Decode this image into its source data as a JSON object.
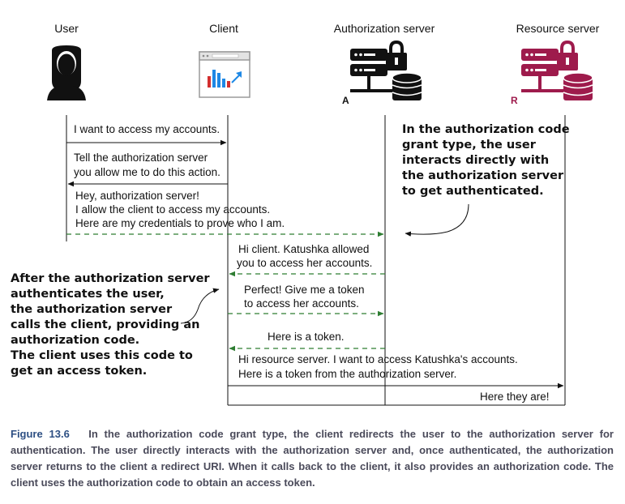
{
  "actors": [
    {
      "name": "User"
    },
    {
      "name": "Client"
    },
    {
      "name": "Authorization server",
      "badge": "A"
    },
    {
      "name": "Resource server",
      "badge": "R"
    }
  ],
  "colors": {
    "ink": "#111111",
    "green": "#2e7d32",
    "resource": "#9e1b4c",
    "caption_text": "#4a4a5a",
    "caption_label": "#2d4f83",
    "chart_red": "#d32f2f",
    "chart_blue": "#1e88e5"
  },
  "icons": {
    "user": "user-silhouette-icon",
    "client": "browser-chart-icon",
    "auth": "server-lock-database-icon",
    "resource": "server-lock-database-icon"
  },
  "messages": [
    {
      "lines": [
        "I want to access my accounts."
      ]
    },
    {
      "lines": [
        "Tell the authorization server",
        "you allow me to do this action."
      ]
    },
    {
      "lines": [
        "Hey, authorization server!",
        "I allow the client to access my accounts.",
        "Here are my credentials to prove who I am."
      ]
    },
    {
      "lines": [
        "Hi client. Katushka allowed",
        "you to access her accounts."
      ]
    },
    {
      "lines": [
        "Perfect! Give me a token",
        "to access her accounts."
      ]
    },
    {
      "lines": [
        "Here is a token."
      ]
    },
    {
      "lines": [
        "Hi resource server. I want to access Katushka's accounts.",
        "Here is a token from the authorization server."
      ]
    },
    {
      "lines": [
        "Here they are!"
      ]
    }
  ],
  "notes": {
    "right": [
      "In the authorization code",
      "grant type, the user",
      "interacts directly with",
      "the authorization server",
      "to get authenticated."
    ],
    "left": [
      "After the authorization server",
      "authenticates the user,",
      "the authorization server",
      "calls the client, providing an",
      "authorization code.",
      "The client uses this code to",
      "get an access token."
    ]
  },
  "caption": {
    "label": "Figure 13.6",
    "text": "In the authorization code grant type, the client redirects the user to the authorization server for authentication. The user directly interacts with the authorization server and, once authenticated, the authorization server returns to the client a redirect URI. When it calls back to the client, it also provides an authorization code. The client uses the authorization code to obtain an access token."
  }
}
